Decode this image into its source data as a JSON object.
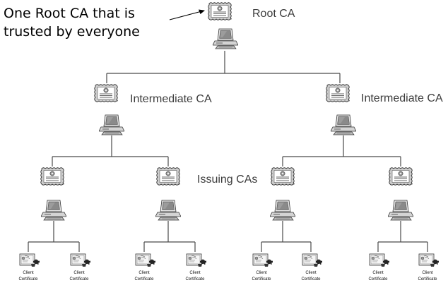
{
  "annotation": {
    "line1": "One Root CA that is",
    "line2": "trusted by everyone"
  },
  "labels": {
    "root": "Root CA",
    "intermediate_left": "Intermediate CA",
    "intermediate_right": "Intermediate CA",
    "issuing": "Issuing CAs"
  },
  "client_certificate": {
    "line1": "Client",
    "line2": "Certificate",
    "card_text": "Client Certificate"
  },
  "icons": {
    "ca_certificate": "ca-certificate-icon",
    "server": "computer-icon",
    "client_cert": "client-certificate-icon",
    "arrow": "arrow-icon"
  },
  "colors": {
    "line": "#4a4a4a",
    "text": "#3c3c3c",
    "annotation": "#000000"
  }
}
